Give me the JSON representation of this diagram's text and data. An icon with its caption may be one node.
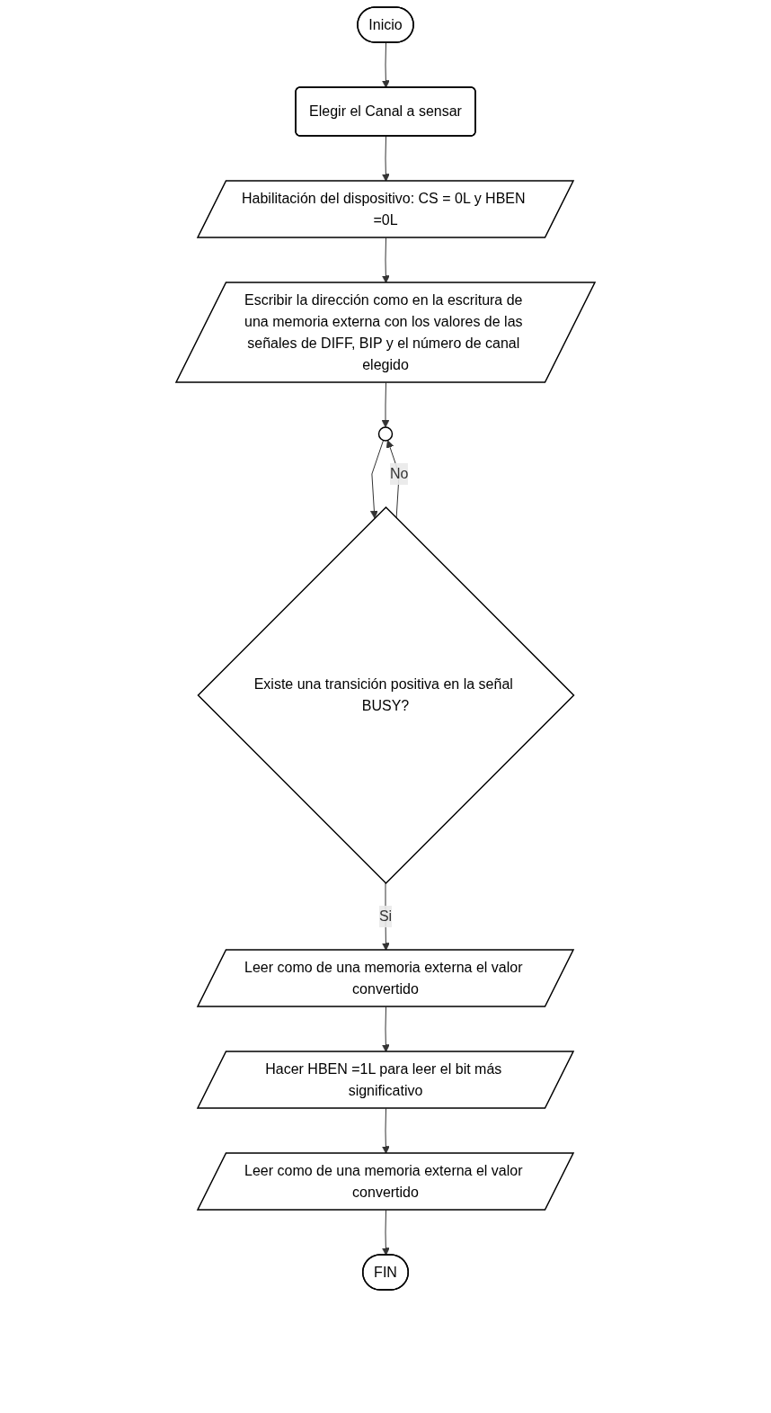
{
  "diagram": {
    "nodes": [
      {
        "text": [
          "Inicio"
        ]
      },
      {
        "text": [
          "Elegir el Canal a sensar"
        ]
      },
      {
        "text": [
          "Habilitación del dispositivo: CS = 0L y HBEN =0L"
        ]
      },
      {
        "text": [
          "Escribir la dirección como en la escritura de una memoria externa con los valores de las señales de DIFF, BIP y el número de canal elegido"
        ]
      },
      {
        "text": [],
        "shape": "circle"
      },
      {
        "text": [
          "Existe una transición positiva en la señal BUSY?"
        ]
      },
      {
        "text": [
          "Leer como de una memoria externa el valor convertido"
        ]
      },
      {
        "text": [
          "Hacer HBEN =1L para leer el bit más significativo"
        ]
      },
      {
        "text": [
          "Leer como de una memoria externa el valor convertido"
        ]
      },
      {
        "text": [
          "FIN"
        ]
      }
    ],
    "edges": [
      {
        "from": 0,
        "to": 1,
        "arrow": "to"
      },
      {
        "from": 1,
        "to": 2,
        "arrow": "to"
      },
      {
        "from": 2,
        "to": 3,
        "arrow": "to"
      },
      {
        "from": 3,
        "to": 4,
        "arrow": "to"
      },
      {
        "from": 4,
        "to": 5,
        "arrow": "to"
      },
      {
        "from": 5,
        "to": 4,
        "label": "No",
        "arrow": "to"
      },
      {
        "from": 5,
        "to": 6,
        "label": "Si",
        "arrow": "to"
      },
      {
        "from": 6,
        "to": 7,
        "arrow": "to"
      },
      {
        "from": 7,
        "to": 8,
        "arrow": "to"
      },
      {
        "from": 8,
        "to": 9,
        "arrow": "to"
      }
    ]
  }
}
